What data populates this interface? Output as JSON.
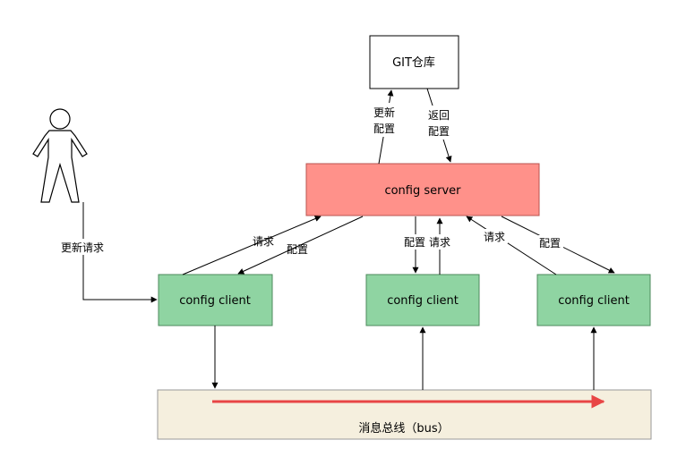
{
  "nodes": {
    "git_repo": {
      "label": "GIT仓库",
      "fill": "#ffffff",
      "stroke": "#000000"
    },
    "config_server": {
      "label": "config server",
      "fill": "#ff918a",
      "stroke": "#b85450"
    },
    "client_left": {
      "label": "config client",
      "fill": "#8fd4a2",
      "stroke": "#4d8a5c"
    },
    "client_middle": {
      "label": "config client",
      "fill": "#8fd4a2",
      "stroke": "#4d8a5c"
    },
    "client_right": {
      "label": "config client",
      "fill": "#8fd4a2",
      "stroke": "#4d8a5c"
    },
    "message_bus": {
      "label": "消息总线（bus）",
      "fill": "#f5efde",
      "stroke": "#999999"
    }
  },
  "edge_labels": {
    "update_config_line1": "更新",
    "update_config_line2": "配置",
    "return_config_line1": "返回",
    "return_config_line2": "配置",
    "user_update_request": "更新请求",
    "left_request": "请求",
    "left_config": "配置",
    "middle_config": "配置",
    "middle_request": "请求",
    "right_request": "请求",
    "right_config": "配置"
  },
  "colors": {
    "bus_arrow": "#e84545",
    "line": "#000000"
  }
}
